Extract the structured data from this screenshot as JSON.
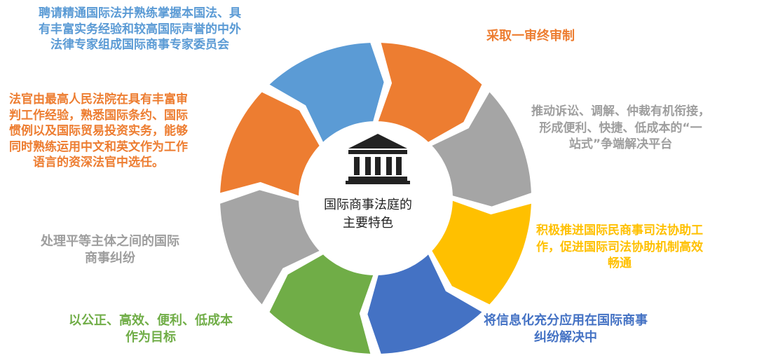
{
  "colors": {
    "orange": "#ED7D31",
    "gray": "#A5A5A5",
    "yellow": "#FFC000",
    "blue": "#4472C4",
    "green": "#70AD47",
    "light_blue": "#5B9BD5",
    "label_gray": "#9E9E9E",
    "dark_text": "#222222"
  },
  "center": {
    "icon": "courthouse-icon",
    "title_lines": [
      "国际商事法庭的",
      "主要特色"
    ]
  },
  "segments": [
    {
      "id": "final-instance",
      "color": "orange",
      "text_lines": [
        "采取一审终审制"
      ]
    },
    {
      "id": "one-stop-platform",
      "color": "gray",
      "text_lines": [
        "推动诉讼、调解、仲裁有机衔接，",
        "形成便利、快捷、低成本的“一",
        "站式”争端解决平台"
      ]
    },
    {
      "id": "judicial-assistance",
      "color": "yellow",
      "text_lines": [
        "积极推进国际民商事司法协助工",
        "作，促进国际司法协助机制高效",
        "畅通"
      ]
    },
    {
      "id": "informatization",
      "color": "blue",
      "text_lines": [
        "将信息化充分应用在国际商事",
        "纠纷解决中"
      ]
    },
    {
      "id": "goals",
      "color": "green",
      "text_lines": [
        "以公正、高效、便利、低成本",
        "作为目标"
      ]
    },
    {
      "id": "equal-parties",
      "color": "gray",
      "text_lines": [
        "处理平等主体之间的国际",
        "商事纠纷"
      ]
    },
    {
      "id": "judges",
      "color": "orange",
      "text_lines": [
        "法官由最高人民法院在具有丰富审",
        "判工作经验，熟悉国际条约、国际",
        "惯例以及国际贸易投资实务，能够",
        "同时熟练运用中文和英文作为工作",
        "语言的资深法官中选任。"
      ]
    },
    {
      "id": "expert-committee",
      "color": "light_blue",
      "text_lines": [
        "聘请精通国际法并熟练掌握本国法、具",
        "有丰富实务经验和较高国际声誉的中外",
        "法律专家组成国际商事专家委员会"
      ]
    }
  ]
}
